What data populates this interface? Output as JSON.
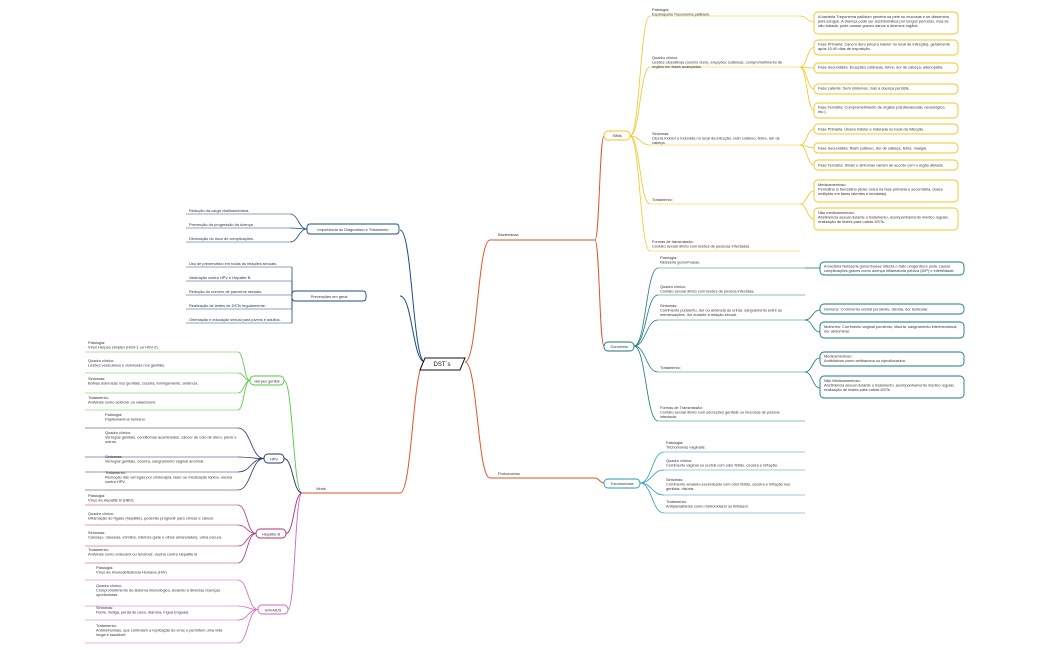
{
  "root": {
    "label": "DST´s"
  },
  "colors": {
    "bacterianas": "#f2c51f",
    "gonorreia": "#197a7e",
    "protozoarios": "#2a9ab8",
    "virais": "#ee5a1f",
    "herpes": "#53c93b",
    "hpv": "#25316e",
    "hepatite": "#b0317e",
    "hiv": "#cf65c7",
    "diagnostico": "#1b4c86",
    "root_line": "#e2542a"
  },
  "right": {
    "bacterianas": {
      "label": "Bacterianas",
      "sifilis": {
        "label": "Sífilis",
        "patologia": [
          "Patologia:",
          "Espiroqueta Treponema pallidum."
        ],
        "patologia_note": [
          "A bactéria Treponema pallidum penetra na pele ou mucosas e se dissemina",
          "pela sangue. A doença pode ser assintomática por longos períodos, mas se",
          "não tratada, pode causar graves danos a diversos órgãos."
        ],
        "quadro": [
          "Quadro clínico:",
          "Lesões ulcerativas (cancro duro), erupções cutâneas, comprometimento de",
          "órgãos em fases avançadas."
        ],
        "fases": [
          [
            "Fase Primária: Cancro duro (úlcera indolor no local de infecção), geralmente",
            "após 10-90 dias de exposição."
          ],
          [
            "Fase Secundária: Erupções cutâneas, febre, dor de cabeça, adenopatia."
          ],
          [
            "Fase Latente: Sem sintomas, mas a doença persiste."
          ],
          [
            "Fase Terciária: Comprometimento de órgãos (cardiovascular, neurológico,",
            "etc.)."
          ]
        ],
        "sintomas": [
          "Sintomas:",
          "Úlcera indolor e indurada no local da infecção, rash cutâneo, febre, dor de",
          "cabeça."
        ],
        "sintomas_fases": [
          [
            "Fase Primária: Úlcera indolor e indurada no local da infecção."
          ],
          [
            "Fase Secundária: Rash cutâneo, dor de cabeça, febre, mialgia."
          ],
          [
            "Fase Terciária: Sinais e sintomas variam de acordo com o órgão afetado."
          ]
        ],
        "tratamento": [
          "Tratamento:"
        ],
        "medicamentoso": [
          "Medicamentoso:",
          "Penicilina G benzatina (dose única na fase primária e secundária, doses",
          "múltiplas em fases latentes e terciárias)."
        ],
        "nao_medicamentoso": [
          "Não medicamentoso:",
          "Abstinência sexual durante o tratamento, acompanhamento médico regular,",
          "realização de testes para outras DSTs."
        ],
        "transmissao": [
          "Formas de transmissão:",
          "Contato sexual direto com lesões de pessoas infectadas."
        ]
      },
      "gonorreia": {
        "label": "Gonorreia",
        "patologia": [
          "Patologia:",
          "Neisseria gonorrhoeae."
        ],
        "patologia_note": [
          "A bactéria Neisseria gonorrhoeae infecta o trato urogenital e pode causar",
          "complicações graves como doença inflamatória pélvica (DIP) e infertilidade."
        ],
        "quadro": [
          "Quadro clínico:",
          "Contato sexual direto com lesões de pessoa infectada."
        ],
        "sintomas": [
          "Sintomas:",
          "Corrimento purulento, dor ou ardência ao urinar, sangramento entre as",
          "menstruações, dor durante a relação sexual."
        ],
        "homens": [
          "Homens: Corrimento uretral purulento, disúria, dor testicular."
        ],
        "mulheres": [
          "Mulheres: Corrimento vaginal purulento, disúria, sangramento intermenstrual,",
          "dor abdominal."
        ],
        "tratamento": [
          "Tratamento:"
        ],
        "medicamentoso": [
          "Medicamentoso:",
          "Antibióticos como ceftriaxona ou ciprofloxacino."
        ],
        "nao_medicamentoso": [
          "Não Medicamentoso:",
          "Abstinência sexual durante o tratamento, acompanhamento médico regular,",
          "realização de testes para outras DSTs."
        ],
        "transmissao": [
          "Formas de Transmissão:",
          "Contato sexual direto com secreções genitais ou mucosas de pessoa",
          "infectada."
        ]
      }
    },
    "protozoarios": {
      "label": "Protozoarios",
      "trichomoniase": {
        "label": "Tricomoníase",
        "patologia": [
          "Patologia:",
          "Trichomonas vaginalis."
        ],
        "quadro": [
          "Quadro clínico:",
          "Corrimento vaginal ou uretral com odor fétido, coceira e irritação."
        ],
        "sintomas": [
          "Sintomas:",
          "Corrimento amarelo-esverdeado com odor fétido, coceira e irritação nos",
          "genitais, disúria."
        ],
        "tratamento": [
          "Tratamento:",
          "Antiparasitários como metronidazol ou tinidazol."
        ]
      }
    }
  },
  "left": {
    "diagnostico": {
      "label": "Importância do Diagnóstico e Tratamento",
      "items": [
        "Redução da carga viral/bacteriana.",
        "Prevenção da progressão da doença.",
        "Diminuição do risco de complicações."
      ]
    },
    "prevencoes": {
      "label": "Prevenções em geral",
      "items": [
        "Uso de preservativo em todas as relações sexuais.",
        "Vacinação contra HPV e Hepatite B.",
        "Redução do número de parceiros sexuais.",
        "Realização de testes de DSTs regularmente.",
        "Orientação e educação sexual para jovens e adultos."
      ]
    },
    "virais": {
      "label": "Virais",
      "herpes": {
        "label": "Herpes genital",
        "items": [
          [
            "Patologia:",
            "Vírus Herpes simplex (HSV-1 ou HSV-2)."
          ],
          [
            "Quadro clínico:",
            "Lesões vesiculares e dolorosas nos genitais."
          ],
          [
            "Sintomas:",
            "Bolhas dolorosas nos genitais, coceira, formigamento, ardência."
          ],
          [
            "Tratamento:",
            "Antivirais como aciclovir ou valaciclovir."
          ]
        ]
      },
      "hpv": {
        "label": "HPV",
        "items": [
          [
            "Patologia:",
            "Papilomavírus humano."
          ],
          [
            "Quadro clínico:",
            "Verrugas genitais, condilomas acuminados, câncer de colo de útero, pênis e",
            "outros."
          ],
          [
            "Sintomas:",
            "Verrugas genitais, coceira, sangramento vaginal anormal."
          ],
          [
            "Tratamento:",
            "Remoção das verrugas por crioterapia, laser ou medicação tópica, vacina",
            "contra HPV."
          ]
        ]
      },
      "hepatite": {
        "label": "Hepatite B",
        "items": [
          [
            "Patologia:",
            "Vírus da Hepatite B (HBV)."
          ],
          [
            "Quadro clínico:",
            "Inflamação do fígado (hepatite), podendo progredir para cirrose e câncer."
          ],
          [
            "Sintomas:",
            "Cansaço, náuseas, vômitos, icterícia (pele e olhos amarelados), urina escura."
          ],
          [
            "Tratamento:",
            "Antivirais como entecavir ou tenofovir, vacina contra Hepatite B."
          ]
        ]
      },
      "hiv": {
        "label": "HIV/AIDS",
        "items": [
          [
            "Patologia:",
            "Vírus da Imunodeficiência Humana (HIV)."
          ],
          [
            "Quadro clínico:",
            "Comprometimento do sistema imunológico, levando a diversas doenças",
            "oportunistas."
          ],
          [
            "Sintomas:",
            "Febre, fadiga, perda de peso, diarreia, íngua (ínguas)."
          ],
          [
            "Tratamento:",
            "Antirretrovirais, que controlam a replicação do vírus e permitem uma vida",
            "longa e saudável."
          ]
        ]
      }
    }
  }
}
